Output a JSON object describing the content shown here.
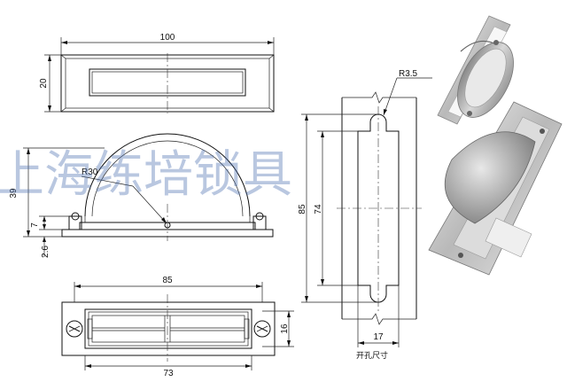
{
  "watermark": "上海练培锁具",
  "top_view": {
    "width": "100",
    "height": "20"
  },
  "side_view": {
    "radius": "R30",
    "height": "39",
    "flange": "7",
    "thickness": "2.6"
  },
  "bottom_view": {
    "length": "85",
    "width": "16",
    "inner": "73"
  },
  "cutout": {
    "radius": "R3.5",
    "height": "85",
    "inner_height": "74",
    "width": "17",
    "label": "开孔尺寸"
  },
  "colors": {
    "line": "#111111",
    "watermark": "#4a6fb0",
    "photo_metal": "#c9c9c9"
  }
}
